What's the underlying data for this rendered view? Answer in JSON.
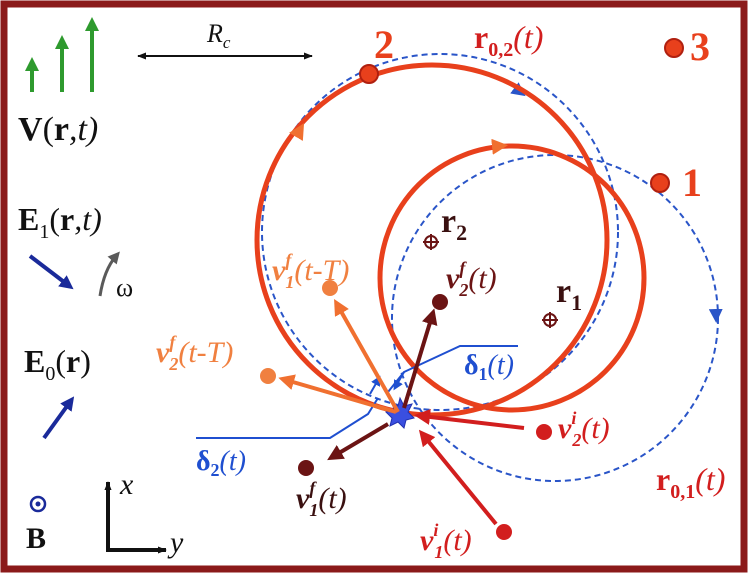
{
  "colors": {
    "border": "#8b1a1a",
    "orbit": "#e8401c",
    "dashed": "#2a55c8",
    "green": "#2e9a2e",
    "navy": "#1a2a9a",
    "dark_red": "#6b1414",
    "orange": "#f08040",
    "red": "#d21e1e",
    "blue": "#1f4fd0",
    "gray": "#5a5a5a"
  },
  "fields": {
    "V_symbol": "V",
    "V_args_open": "(",
    "V_arg_r": "r",
    "V_args_rest": ",t)",
    "E1_symbol": "E",
    "E1_sub": "1",
    "E1_args_open": "(",
    "E1_arg_r": "r",
    "E1_args_rest": ",t)",
    "omega": "ω",
    "E0_symbol": "E",
    "E0_sub": "0",
    "E0_args_open": "(",
    "E0_arg_r": "r",
    "E0_args_rest": ")",
    "B": "B",
    "Rc_symbol": "R",
    "Rc_sub": "c"
  },
  "axes": {
    "x": "x",
    "y": "y"
  },
  "orbits": {
    "label_1": "1",
    "label_2": "2",
    "label_3": "3",
    "r02_main": "r",
    "r02_sub": "0,2",
    "r02_args": "(t)",
    "r01_main": "r",
    "r01_sub": "0,1",
    "r01_args": "(t)",
    "r1_main": "r",
    "r1_sub": "1",
    "r2_main": "r",
    "r2_sub": "2"
  },
  "velocities": {
    "v_symbol": "v",
    "final": "f",
    "initial": "i",
    "sub1": "1",
    "sub2": "2",
    "arg_t": "(t)",
    "arg_tT_open": "(t-",
    "arg_tT_T": "T",
    "arg_tT_close": ")"
  },
  "deltas": {
    "symbol": "δ",
    "sub1": "1",
    "sub2": "2",
    "arg": "(t)"
  }
}
